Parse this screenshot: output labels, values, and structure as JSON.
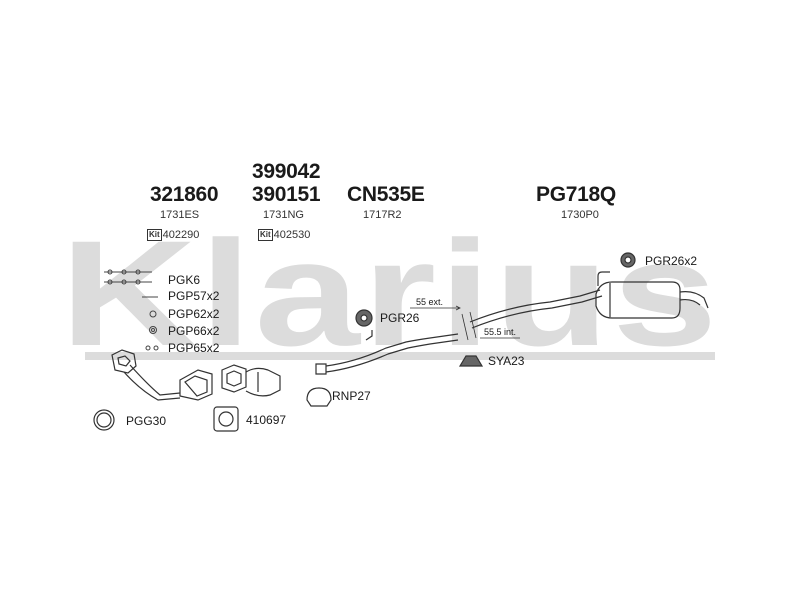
{
  "watermark": "Klarius",
  "columns": [
    {
      "numbers": [
        "321860"
      ],
      "code": "1731ES",
      "kit_badge": "Kit",
      "kit": "402290"
    },
    {
      "numbers": [
        "399042",
        "390151"
      ],
      "code": "1731NG",
      "kit_badge": "Kit",
      "kit": "402530"
    },
    {
      "numbers": [
        "CN535E"
      ],
      "code": "1717R2"
    },
    {
      "numbers": [
        "PG718Q"
      ],
      "code": "1730P0"
    }
  ],
  "fittings": [
    {
      "label": "PGK6"
    },
    {
      "label": "PGP57x2"
    },
    {
      "label": "PGP62x2"
    },
    {
      "label": "PGP66x2"
    },
    {
      "label": "PGP65x2"
    }
  ],
  "other_parts": {
    "pgg": "PGG30",
    "gasket": "410697",
    "rnp": "RNP27",
    "pgr_mid": "PGR26",
    "pgr_rear": "PGR26x2",
    "sya": "SYA23"
  },
  "dimensions": {
    "ext": "55 ext.",
    "int": "55.5 int."
  },
  "colors": {
    "watermark": "#d9d9d9",
    "line": "#333333",
    "text": "#1a1a1a"
  }
}
